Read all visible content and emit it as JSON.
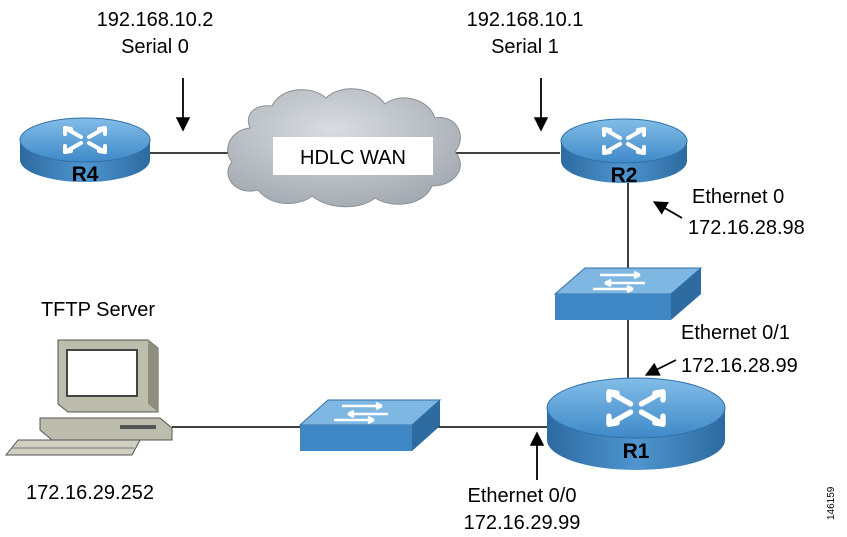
{
  "diagram": {
    "wan": {
      "label": "HDLC WAN"
    },
    "routers": {
      "r4": {
        "name": "R4"
      },
      "r2": {
        "name": "R2"
      },
      "r1": {
        "name": "R1"
      }
    },
    "interfaces": {
      "r4_serial": {
        "ip": "192.168.10.2",
        "name": "Serial 0"
      },
      "r2_serial": {
        "ip": "192.168.10.1",
        "name": "Serial 1"
      },
      "r2_eth": {
        "name": "Ethernet 0",
        "ip": "172.16.28.98"
      },
      "r1_eth01": {
        "name": "Ethernet 0/1",
        "ip": "172.16.28.99"
      },
      "r1_eth00": {
        "name": "Ethernet 0/0",
        "ip": "172.16.29.99"
      }
    },
    "server": {
      "title": "TFTP Server",
      "ip": "172.16.29.252"
    },
    "figure_id": "146159",
    "colors": {
      "device_top": "#4f95cf",
      "device_side": "#2f6fa6",
      "cloud": "#b6bcc2",
      "link": "#000000"
    }
  }
}
